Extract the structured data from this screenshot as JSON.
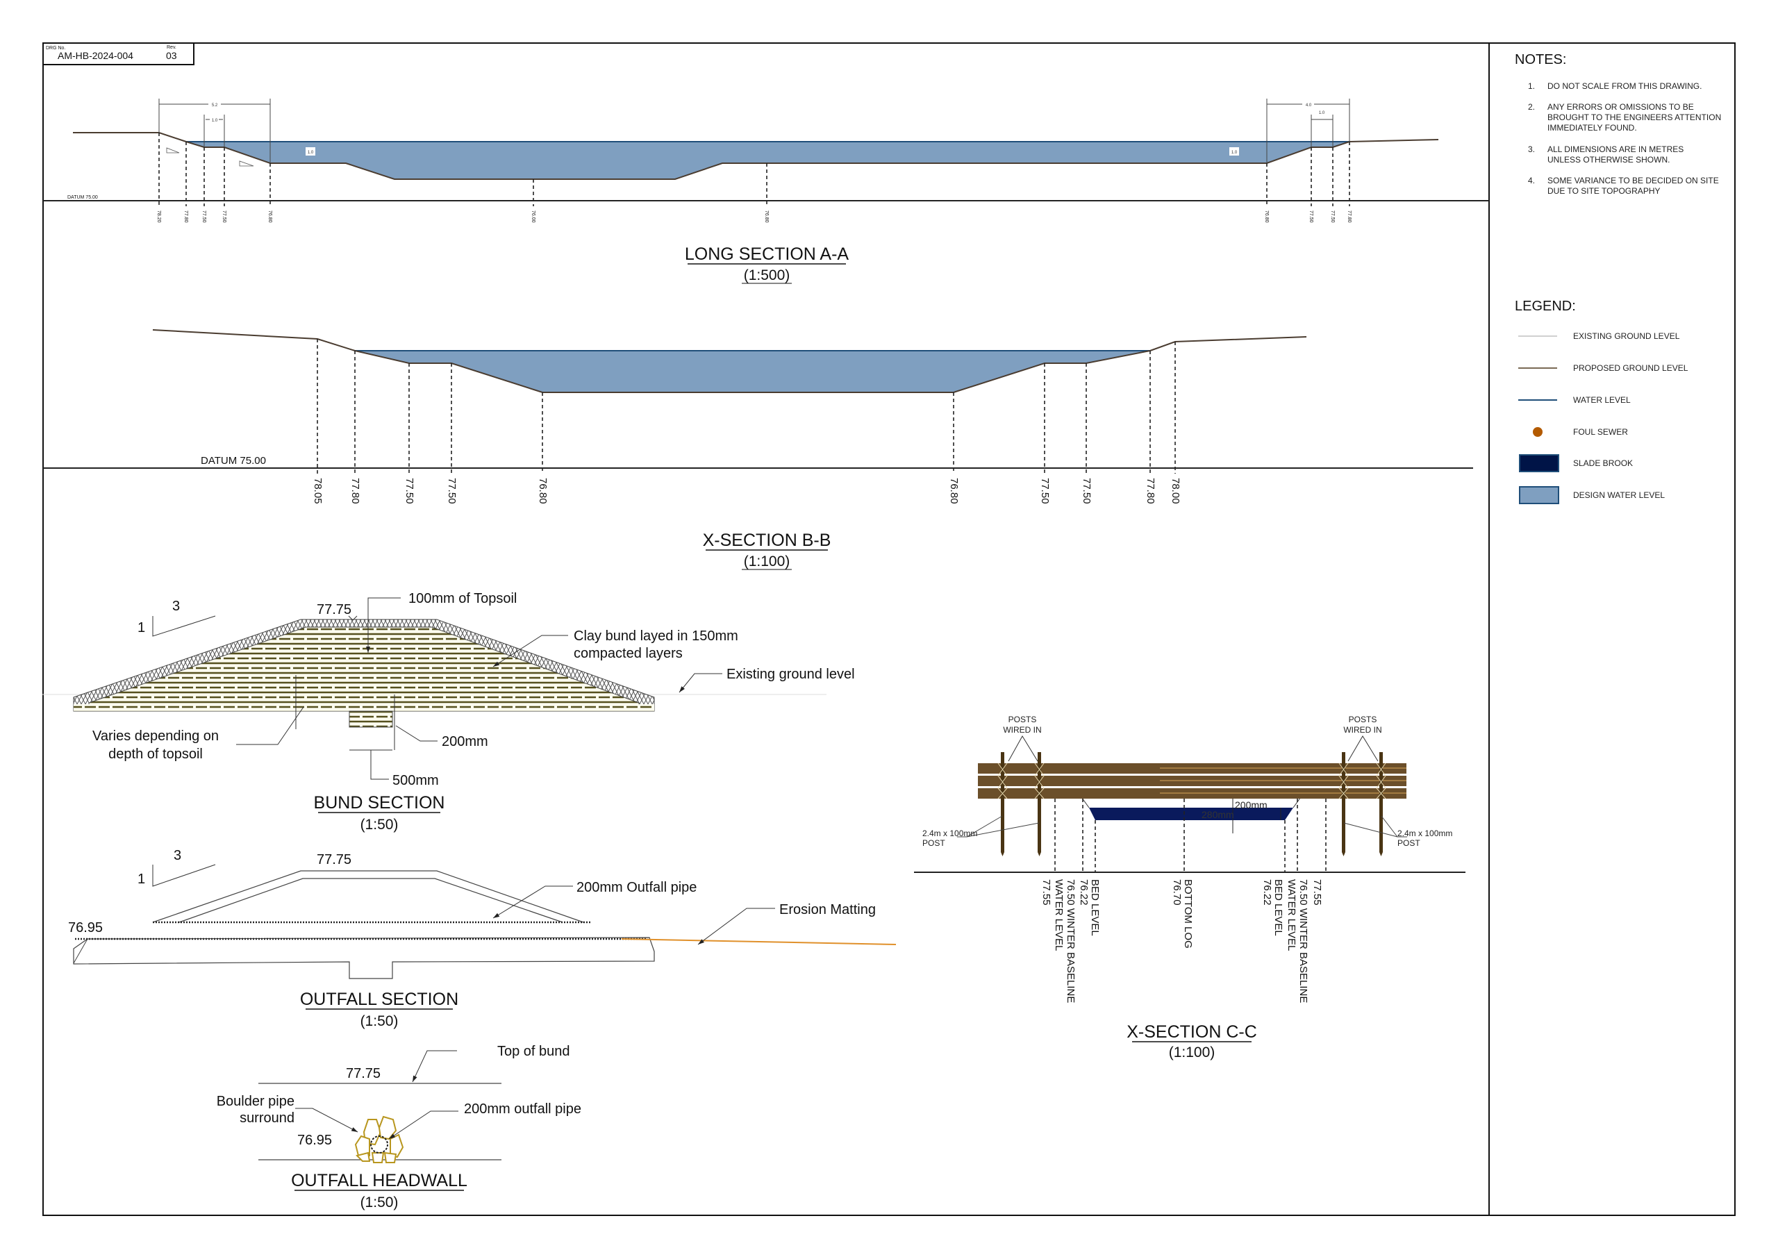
{
  "title_block": {
    "drg_label": "DRG No.",
    "drg_no": "AM-HB-2024-004",
    "rev_label": "Rev.",
    "rev": "03"
  },
  "long_section": {
    "title": "LONG SECTION A-A",
    "scale": "(1:500)",
    "datum": "DATUM 75.00",
    "levels": [
      "78.20",
      "77.80",
      "77.50",
      "77.50",
      "76.80",
      "76.00",
      "76.80",
      "76.80",
      "77.50",
      "77.50",
      "77.80"
    ],
    "dims": {
      "left_total": "5.2",
      "left_bench": "1.0",
      "right_total": "4.0",
      "right_bench": "1.0",
      "depth_left": "1.0",
      "depth_right": "1.0"
    }
  },
  "xsection_bb": {
    "title": "X-SECTION B-B",
    "scale": "(1:100)",
    "datum": "DATUM 75.00",
    "levels": [
      "78.05",
      "77.80",
      "77.50",
      "77.50",
      "76.80",
      "76.80",
      "77.50",
      "77.50",
      "77.80",
      "78.00"
    ]
  },
  "bund_section": {
    "title": "BUND SECTION",
    "scale": "(1:50)",
    "top_level": "77.75",
    "slope_rise": "1",
    "slope_run": "3",
    "topsoil": "100mm of Topsoil",
    "clay_line1": "Clay bund layed in 150mm",
    "clay_line2": "compacted layers",
    "existing": "Existing ground level",
    "varies_line1": "Varies depending on",
    "varies_line2": "depth of topsoil",
    "key_depth": "200mm",
    "key_width": "500mm"
  },
  "outfall_section": {
    "title": "OUTFALL SECTION",
    "scale": "(1:50)",
    "top_level": "77.75",
    "pipe_level": "76.95",
    "slope_rise": "1",
    "slope_run": "3",
    "pipe": "200mm Outfall pipe",
    "matting": "Erosion Matting"
  },
  "outfall_headwall": {
    "title": "OUTFALL HEADWALL",
    "scale": "(1:50)",
    "top_level": "77.75",
    "pipe_level": "76.95",
    "top_of_bund": "Top of bund",
    "boulder_line1": "Boulder pipe",
    "boulder_line2": "surround",
    "pipe": "200mm outfall pipe"
  },
  "xsection_cc": {
    "title": "X-SECTION C-C",
    "scale": "(1:100)",
    "posts_wired_l1": "POSTS",
    "posts_wired_l2": "WIRED IN",
    "post_l1": "2.4m x 100mm",
    "post_l2": "POST",
    "dim_gap": "200mm",
    "dim_depth": "280mm",
    "levels": [
      [
        "77.55"
      ],
      [
        "76.50 WINTER BASELINE",
        "WATER LEVEL"
      ],
      [
        "76.22",
        "BED LEVEL"
      ],
      [
        "76.70",
        "BOTTOM LOG"
      ],
      [
        "76.22",
        "BED LEVEL"
      ],
      [
        "76.50 WINTER BASELINE",
        "WATER LEVEL"
      ],
      [
        "77.55"
      ]
    ]
  },
  "notes": {
    "heading": "NOTES:",
    "items": [
      {
        "num": "1.",
        "lines": [
          "DO NOT SCALE FROM THIS DRAWING."
        ]
      },
      {
        "num": "2.",
        "lines": [
          "ANY ERRORS OR OMISSIONS TO BE",
          "BROUGHT TO THE ENGINEERS ATTENTION",
          "IMMEDIATELY FOUND."
        ]
      },
      {
        "num": "3.",
        "lines": [
          "ALL DIMENSIONS ARE IN METRES",
          "UNLESS OTHERWISE SHOWN."
        ]
      },
      {
        "num": "4.",
        "lines": [
          "SOME VARIANCE TO BE DECIDED ON SITE",
          "DUE TO SITE TOPOGRAPHY"
        ]
      }
    ]
  },
  "legend": {
    "heading": "LEGEND:",
    "items": [
      {
        "label": "EXISTING GROUND LEVEL",
        "icon": "line",
        "color": "#d0d0d0"
      },
      {
        "label": "PROPOSED GROUND LEVEL",
        "icon": "line",
        "color": "#7a6a55"
      },
      {
        "label": "WATER LEVEL",
        "icon": "line",
        "color": "#1f4e79"
      },
      {
        "label": "FOUL SEWER",
        "icon": "dot",
        "color": "#b35a00"
      },
      {
        "label": "SLADE BROOK",
        "icon": "box",
        "color": "#001447"
      },
      {
        "label": "DESIGN WATER LEVEL",
        "icon": "box",
        "color": "#7f9fc0"
      }
    ]
  },
  "colors": {
    "water": "#7f9fc0",
    "water_line": "#1f4e79",
    "ground": "#5a4a3a",
    "brook": "#0a1a5c",
    "log": "#6b4f2a",
    "boulder": "#b8961e",
    "matting": "#e0902a",
    "bund_line": "#55501e"
  }
}
